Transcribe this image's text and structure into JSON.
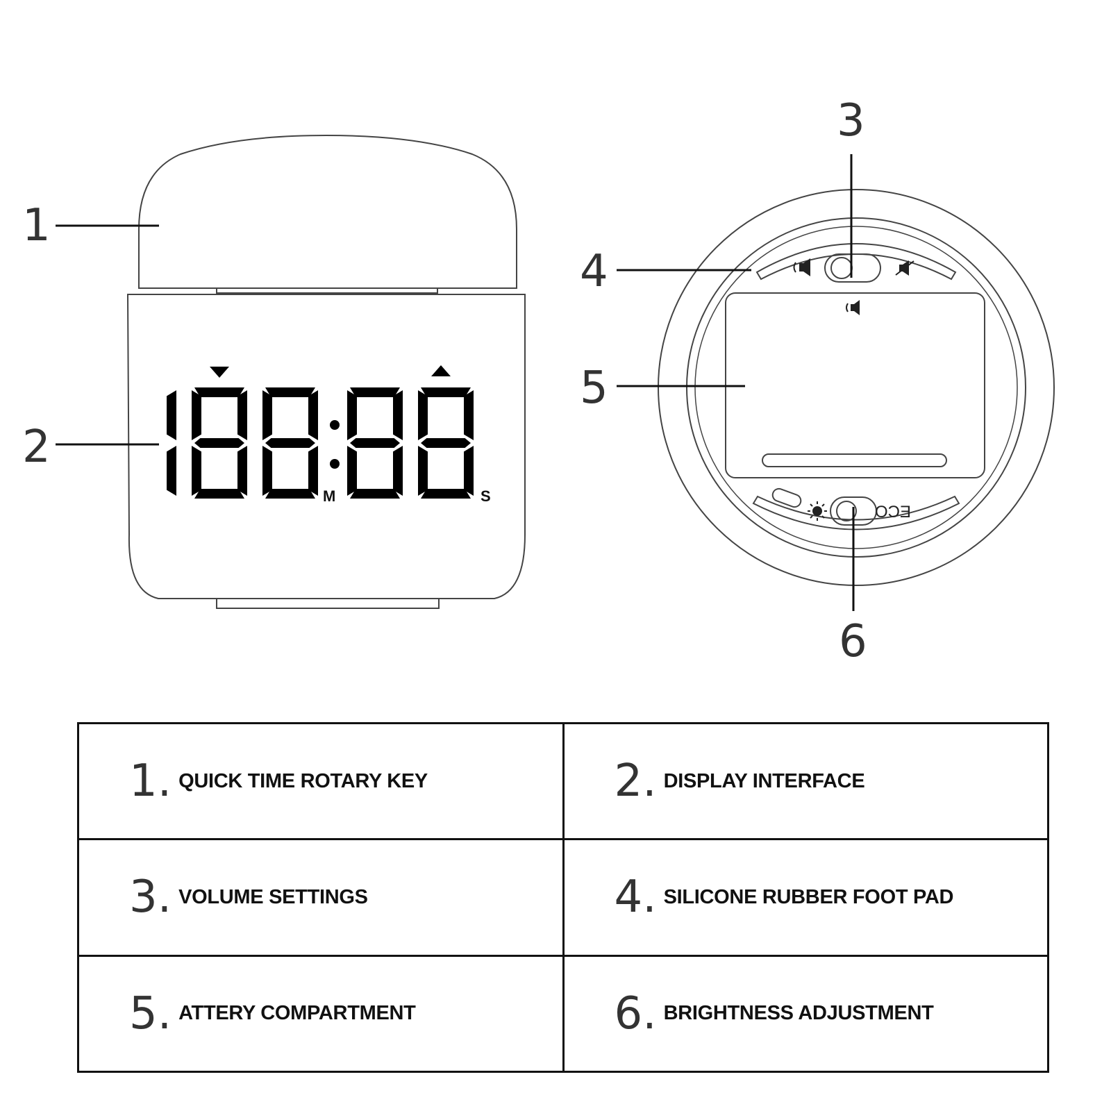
{
  "callouts": {
    "c1": "1",
    "c2": "2",
    "c3": "3",
    "c4": "4",
    "c5": "5",
    "c6": "6"
  },
  "display": {
    "digits": "188:88",
    "minutes_marker": "M",
    "seconds_marker": "S",
    "eco_label": "ECO"
  },
  "legend": [
    {
      "num": "1.",
      "label": "QUICK TIME ROTARY KEY"
    },
    {
      "num": "2.",
      "label": "DISPLAY INTERFACE"
    },
    {
      "num": "3.",
      "label": "VOLUME SETTINGS"
    },
    {
      "num": "4.",
      "label": "SILICONE RUBBER FOOT PAD"
    },
    {
      "num": "5.",
      "label": "ATTERY COMPARTMENT"
    },
    {
      "num": "6.",
      "label": "BRIGHTNESS ADJUSTMENT"
    }
  ],
  "colors": {
    "line": "#111111",
    "outline": "#444444",
    "segment": "#000000"
  }
}
